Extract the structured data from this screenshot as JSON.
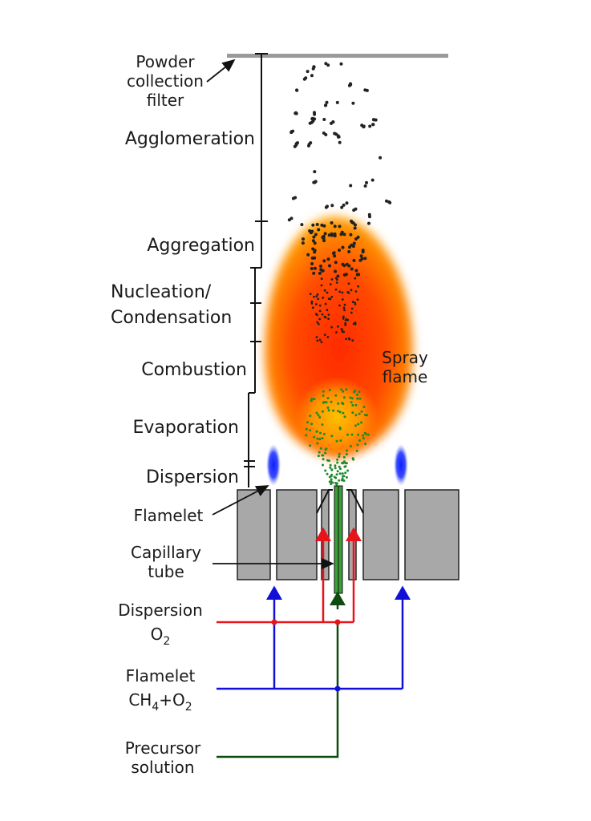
{
  "labels": {
    "powder_filter": [
      "Powder",
      "collection",
      "filter"
    ],
    "agglomeration": "Agglomeration",
    "aggregation": "Aggregation",
    "nucleation": [
      "Nucleation/",
      "Condensation"
    ],
    "combustion": "Combustion",
    "evaporation": "Evaporation",
    "dispersion": "Dispersion",
    "spray_flame": [
      "Spray",
      "flame"
    ],
    "flamelet": "Flamelet",
    "capillary": [
      "Capillary",
      "tube"
    ],
    "dispersion_o2": {
      "line1": "Dispersion",
      "main": "O",
      "sub": "2"
    },
    "flamelet_gas": {
      "line1": "Flamelet",
      "p1": "CH",
      "s1": "4",
      "p2": "+O",
      "s2": "2"
    },
    "precursor": [
      "Precursor",
      "solution"
    ]
  },
  "colors": {
    "oxygen_line": "#e8141b",
    "flamelet_line": "#1010d8",
    "precursor_line": "#0f4a0f",
    "burner_gray": "#a8a8a8",
    "filter_gray": "#9a9a9a",
    "flame_core": "#ff2a00",
    "flame_outer": "#ffae00",
    "particle": "#222222",
    "droplet": "#1d8a2a"
  }
}
